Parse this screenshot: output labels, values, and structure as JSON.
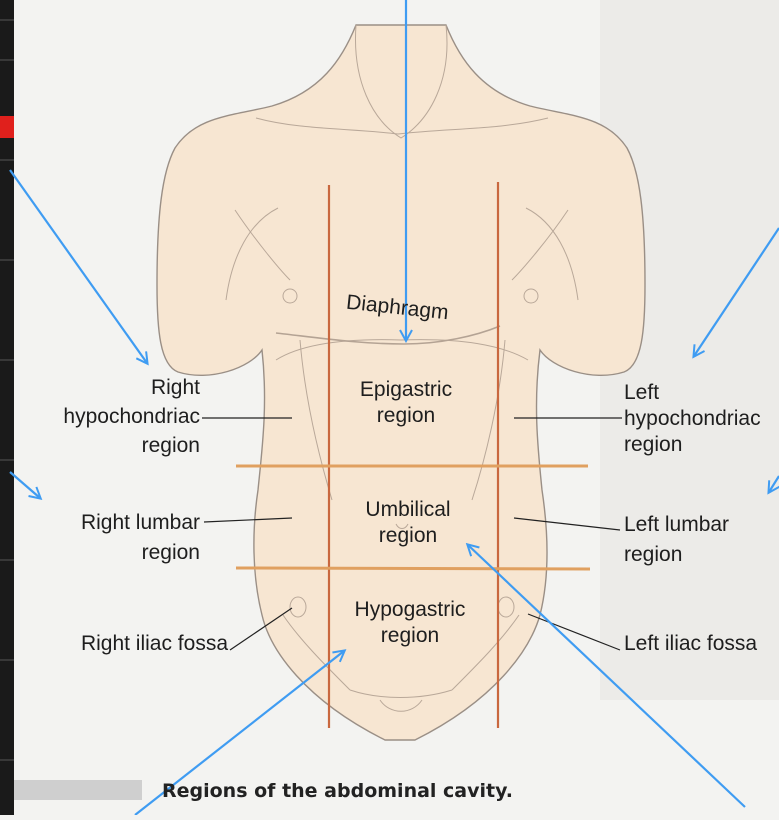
{
  "labels": {
    "diaphragm": "Diaphragm",
    "epigastric_1": "Epigastric",
    "epigastric_2": "region",
    "umbilical_1": "Umbilical",
    "umbilical_2": "region",
    "hypogastric_1": "Hypogastric",
    "hypogastric_2": "region",
    "right_hypochondriac_1": "Right",
    "right_hypochondriac_2": "hypochondriac",
    "right_hypochondriac_3": "region",
    "left_hypochondriac_1": "Left",
    "left_hypochondriac_2": "hypochondriac",
    "left_hypochondriac_3": "region",
    "right_lumbar_1": "Right lumbar",
    "right_lumbar_2": "region",
    "left_lumbar_1": "Left lumbar",
    "left_lumbar_2": "region",
    "right_iliac": "Right iliac fossa",
    "left_iliac": "Left iliac fossa"
  },
  "caption": "Regions of the abdominal cavity.",
  "colors": {
    "skin": "#f7e6d2",
    "skin_outline": "#9a8f86",
    "vertical_line": "#c9683f",
    "horizontal_line": "#e0a060",
    "arrow": "#3f9cf2",
    "left_bar": "#1a1a1a",
    "red_marker": "#e0201c"
  }
}
